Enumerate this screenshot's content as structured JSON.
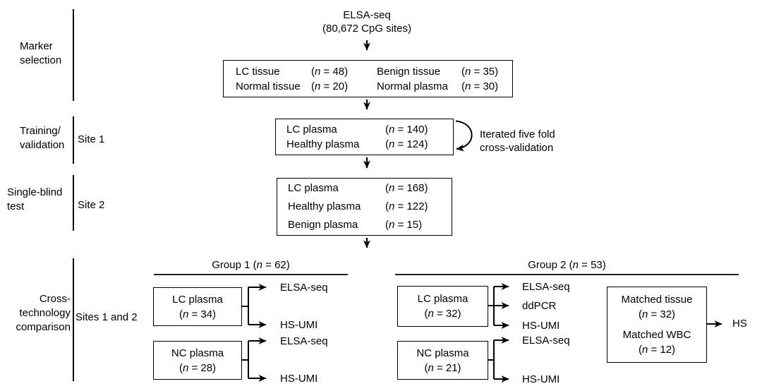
{
  "title": "ELSA-seq",
  "subtitle": "(80,672 CpG sites)",
  "stages": {
    "marker": {
      "label": "Marker\nselection"
    },
    "training": {
      "label": "Training/\nvalidation",
      "site": "Site 1"
    },
    "blind": {
      "label": "Single-blind\ntest",
      "site": "Site 2"
    },
    "cross": {
      "label": "Cross-\ntechnology\ncomparison",
      "site": "Sites 1 and 2"
    }
  },
  "boxes": {
    "markers": {
      "rows": [
        {
          "l1": "LC tissue",
          "c1": "(n = 48)",
          "l2": "Benign tissue",
          "c2": "(n = 35)"
        },
        {
          "l1": "Normal tissue",
          "c1": "(n = 20)",
          "l2": "Normal plasma",
          "c2": "(n = 30)"
        }
      ]
    },
    "training": {
      "rows": [
        {
          "label": "LC plasma",
          "count": "(n = 140)"
        },
        {
          "label": "Healthy plasma",
          "count": "(n = 124)"
        }
      ],
      "note": "Iterated five fold\ncross-validation"
    },
    "blind": {
      "rows": [
        {
          "label": "LC plasma",
          "count": "(n = 168)"
        },
        {
          "label": "Healthy plasma",
          "count": "(n = 122)"
        },
        {
          "label": "Benign plasma",
          "count": "(n = 15)"
        }
      ]
    }
  },
  "group1": {
    "header": "Group 1 (n = 62)",
    "lc": {
      "label": "LC plasma",
      "count": "(n = 34)",
      "outputs": [
        "ELSA-seq",
        "HS-UMI"
      ]
    },
    "nc": {
      "label": "NC plasma",
      "count": "(n = 28)",
      "outputs": [
        "ELSA-seq",
        "HS-UMI"
      ]
    }
  },
  "group2": {
    "header": "Group 2 (n = 53)",
    "lc": {
      "label": "LC plasma",
      "count": "(n = 32)",
      "outputs": [
        "ELSA-seq",
        "ddPCR",
        "HS-UMI"
      ]
    },
    "nc": {
      "label": "NC plasma",
      "count": "(n = 21)",
      "outputs": [
        "ELSA-seq",
        "HS-UMI"
      ]
    },
    "matched": {
      "label1": "Matched tissue",
      "count1": "(n = 32)",
      "label2": "Matched WBC",
      "count2": "(n = 12)",
      "output": "HS"
    }
  },
  "colors": {
    "ink": "#000000",
    "background": "#ffffff"
  }
}
